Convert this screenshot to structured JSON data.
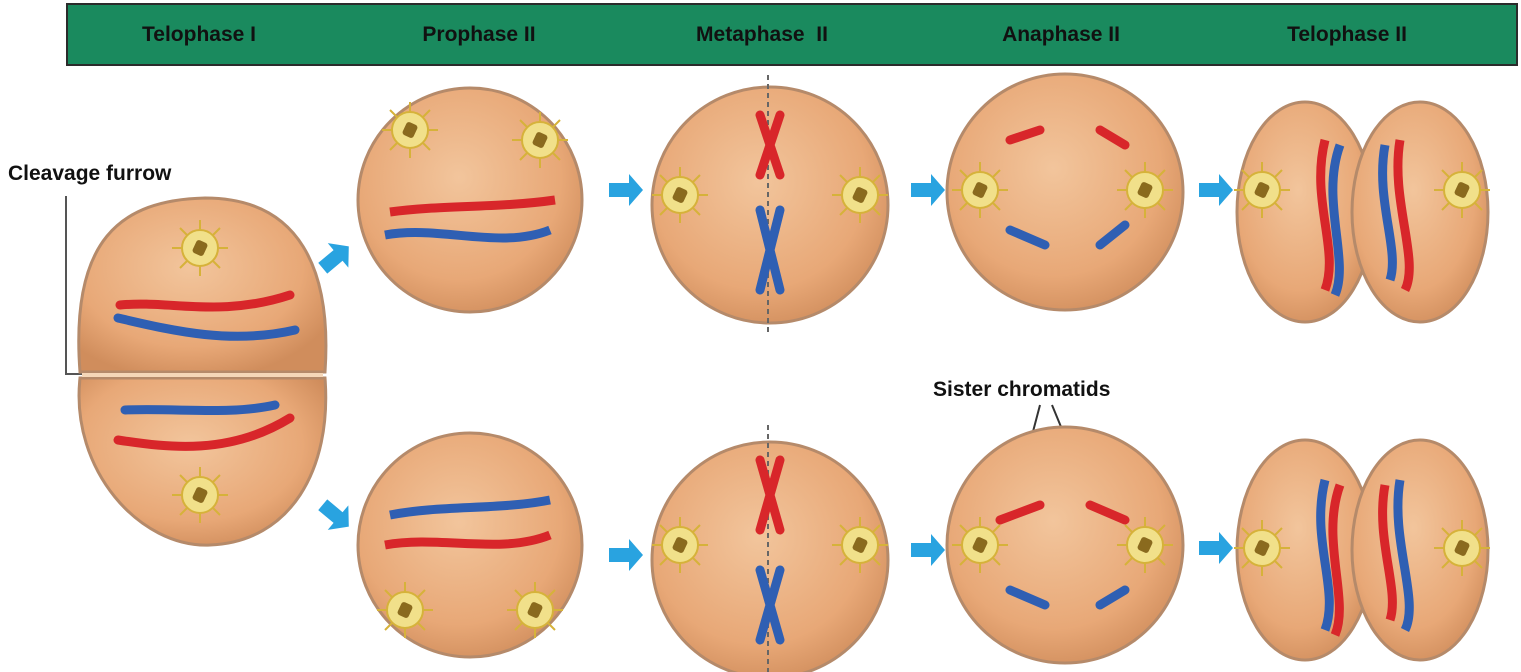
{
  "header": {
    "stages": [
      "Telophase I",
      "Prophase II",
      "Metaphase  II",
      "Anaphase II",
      "Telophase II"
    ]
  },
  "labels": {
    "cleavage_furrow": "Cleavage furrow",
    "sister_chromatids": "Sister chromatids"
  },
  "colors": {
    "header_bg": "#1a8a5e",
    "cell_fill": "#e8a877",
    "cell_edge": "#f5d7b8",
    "spindle": "#d6b23a",
    "chromosome_red": "#d8262a",
    "chromosome_blue": "#2f5fb3",
    "arrow": "#29a3e0"
  },
  "icons": [
    "centrosome-icon",
    "arrow-right-icon",
    "arrow-diagonal-icon"
  ]
}
